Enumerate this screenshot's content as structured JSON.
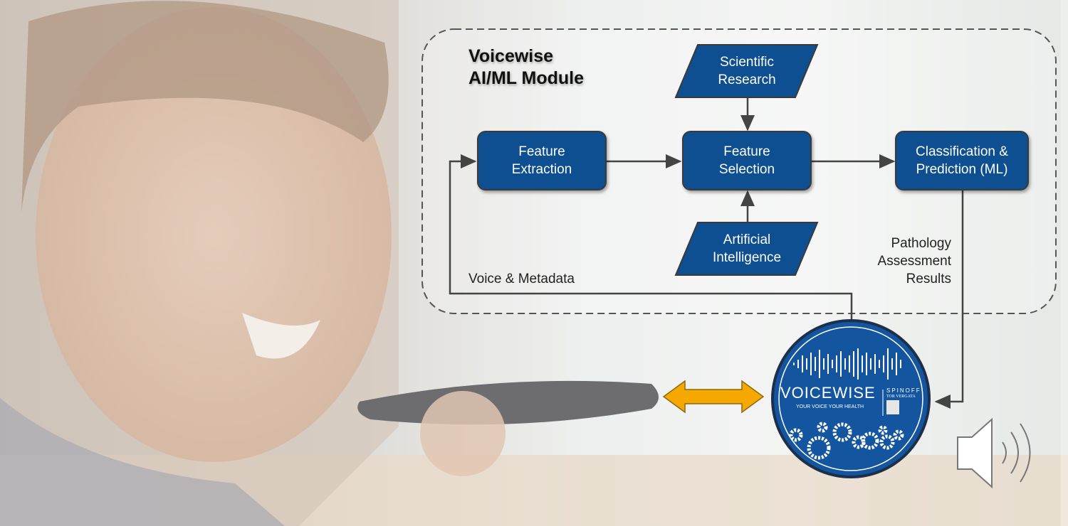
{
  "module_title_line1": "Voicewise",
  "module_title_line2": "AI/ML Module",
  "nodes": {
    "feature_extraction": [
      "Feature",
      "Extraction"
    ],
    "feature_selection": [
      "Feature",
      "Selection"
    ],
    "classification": [
      "Classification &",
      "Prediction (ML)"
    ],
    "scientific_research": [
      "Scientific",
      "Research"
    ],
    "artificial_intelligence": [
      "Artificial",
      "Intelligence"
    ]
  },
  "labels": {
    "voice_metadata": "Voice & Metadata",
    "results": [
      "Pathology",
      "Assessment",
      "Results"
    ]
  },
  "logo": {
    "brand": "VOICEWISE",
    "tagline": "YOUR VOICE YOUR HEALTH",
    "spinoff": "SPINOFF",
    "university": "TOR VERGATA"
  },
  "colors": {
    "node": "#0e4f92",
    "arrow": "#f5a800",
    "logo_bg": "#1455a0"
  }
}
